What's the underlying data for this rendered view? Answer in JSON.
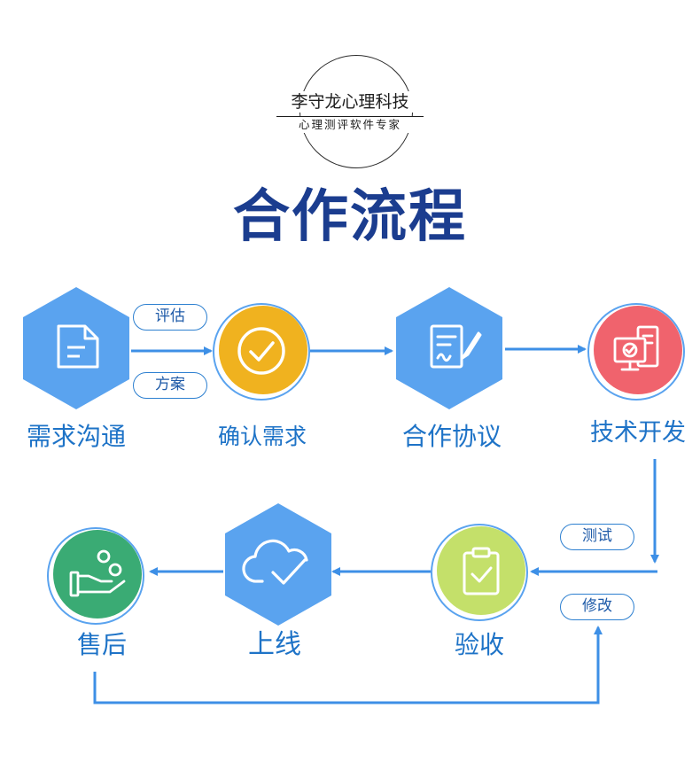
{
  "logo": {
    "company": "李守龙心理科技",
    "slogan": "心理测评软件专家"
  },
  "title": "合作流程",
  "steps": [
    {
      "label": "需求沟通",
      "icon": "document-icon",
      "shape": "hexagon",
      "color": "#5aa3ef"
    },
    {
      "label": "确认需求",
      "icon": "check-circle-icon",
      "shape": "circle",
      "color": "#f0b21f"
    },
    {
      "label": "合作协议",
      "icon": "contract-sign-icon",
      "shape": "hexagon",
      "color": "#5aa3ef"
    },
    {
      "label": "技术开发",
      "icon": "computer-server-icon",
      "shape": "circle",
      "color": "#f0636d"
    },
    {
      "label": "验收",
      "icon": "clipboard-check-icon",
      "shape": "circle",
      "color": "#c4e06a"
    },
    {
      "label": "上线",
      "icon": "cloud-check-icon",
      "shape": "hexagon",
      "color": "#5aa3ef"
    },
    {
      "label": "售后",
      "icon": "hand-coins-icon",
      "shape": "circle",
      "color": "#3aab74"
    }
  ],
  "connectors": {
    "evaluate": "评估",
    "plan": "方案",
    "test": "测试",
    "revise": "修改"
  },
  "colors": {
    "title": "#1b3d8f",
    "label": "#1e73c7",
    "arrow": "#3d8fe6",
    "pill_border": "#2c7fd0"
  }
}
